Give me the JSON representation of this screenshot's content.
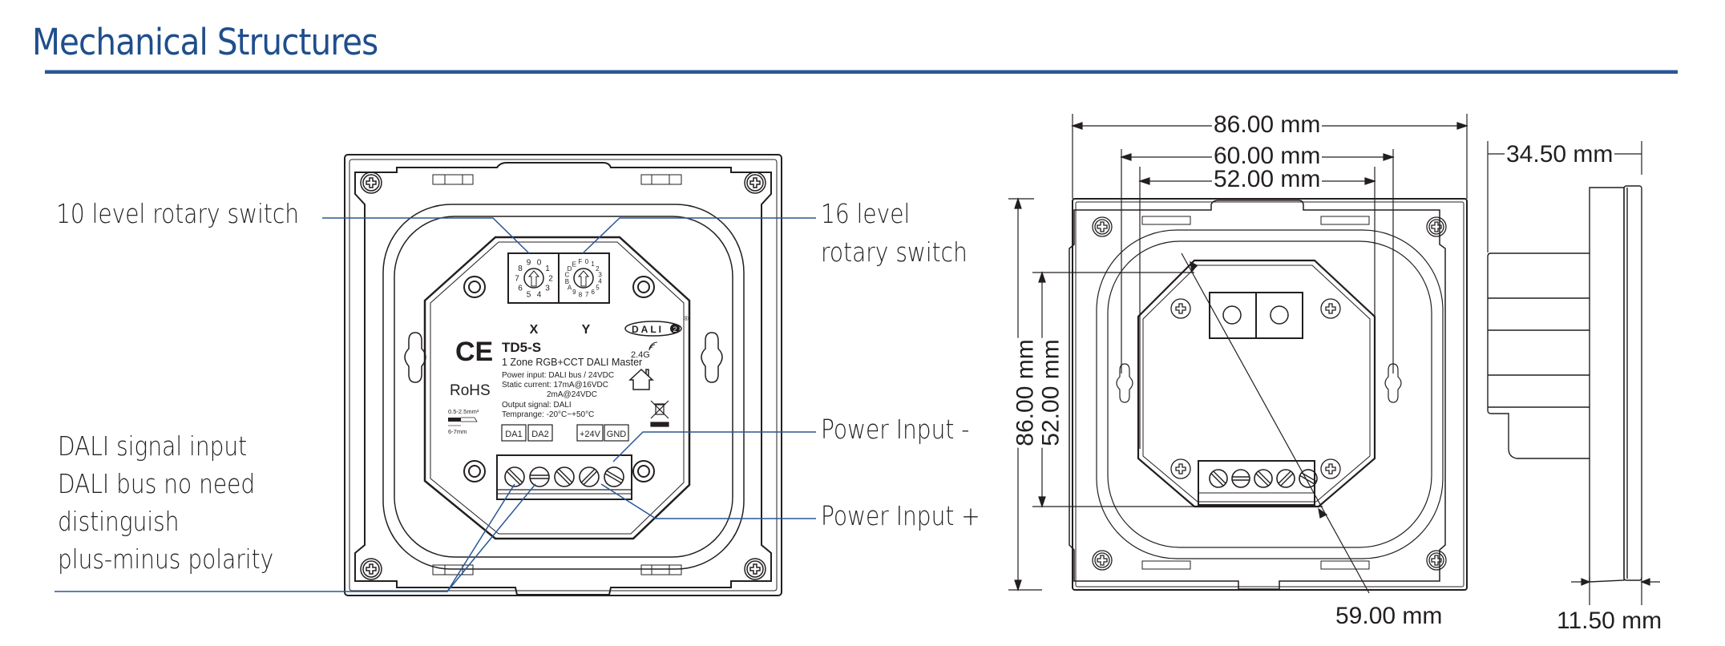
{
  "header": {
    "title": "Mechanical Structures",
    "accent_color": "#1f4e8c"
  },
  "rear_view": {
    "callouts": {
      "rotary_10": "10 level rotary switch",
      "rotary_16_line1": "16 level",
      "rotary_16_line2": "rotary switch",
      "power_minus": "Power Input -",
      "power_plus": "Power Input +",
      "dali_lines": [
        "DALI signal input",
        "DALI bus no need",
        "distinguish",
        "plus-minus polarity"
      ]
    },
    "label_plate": {
      "switch_x_label": "X",
      "switch_y_label": "Y",
      "switch_x_digits": "0123456789",
      "switch_y_digits": "0123456789ABCDEF",
      "model": "TD5-S",
      "description": "1 Zone RGB+CCT DALI Master",
      "power_input": "Power input: DALI bus / 24VDC",
      "static_current_1": "Static current: 17mA@16VDC",
      "static_current_2": "2mA@24VDC",
      "output_signal": "Output signal: DALI",
      "temp_range": "Temprange: -20°C~+50°C",
      "ce_mark": "CE",
      "rohs": "RoHS",
      "wire_gauge": "0.5-2.5mm²",
      "strip_length": "6-7mm",
      "dali_logo": "DALI",
      "dali_version": "2",
      "registered": "®",
      "wireless": "2.4G",
      "terminals": [
        "DA1",
        "DA2",
        "+24V",
        "GND"
      ],
      "icons": [
        "ce-mark-icon",
        "house-icon",
        "weee-bin-icon",
        "wifi-signal-icon"
      ]
    }
  },
  "front_view": {
    "dimensions": {
      "overall_width": "86.00 mm",
      "mount_hole_spacing": "60.00 mm",
      "inner_width": "52.00 mm",
      "overall_height": "86.00 mm",
      "inner_height": "52.00 mm",
      "diagonal": "59.00 mm"
    }
  },
  "side_view": {
    "dimensions": {
      "total_depth": "34.50 mm",
      "plate_thickness": "11.50 mm"
    }
  }
}
